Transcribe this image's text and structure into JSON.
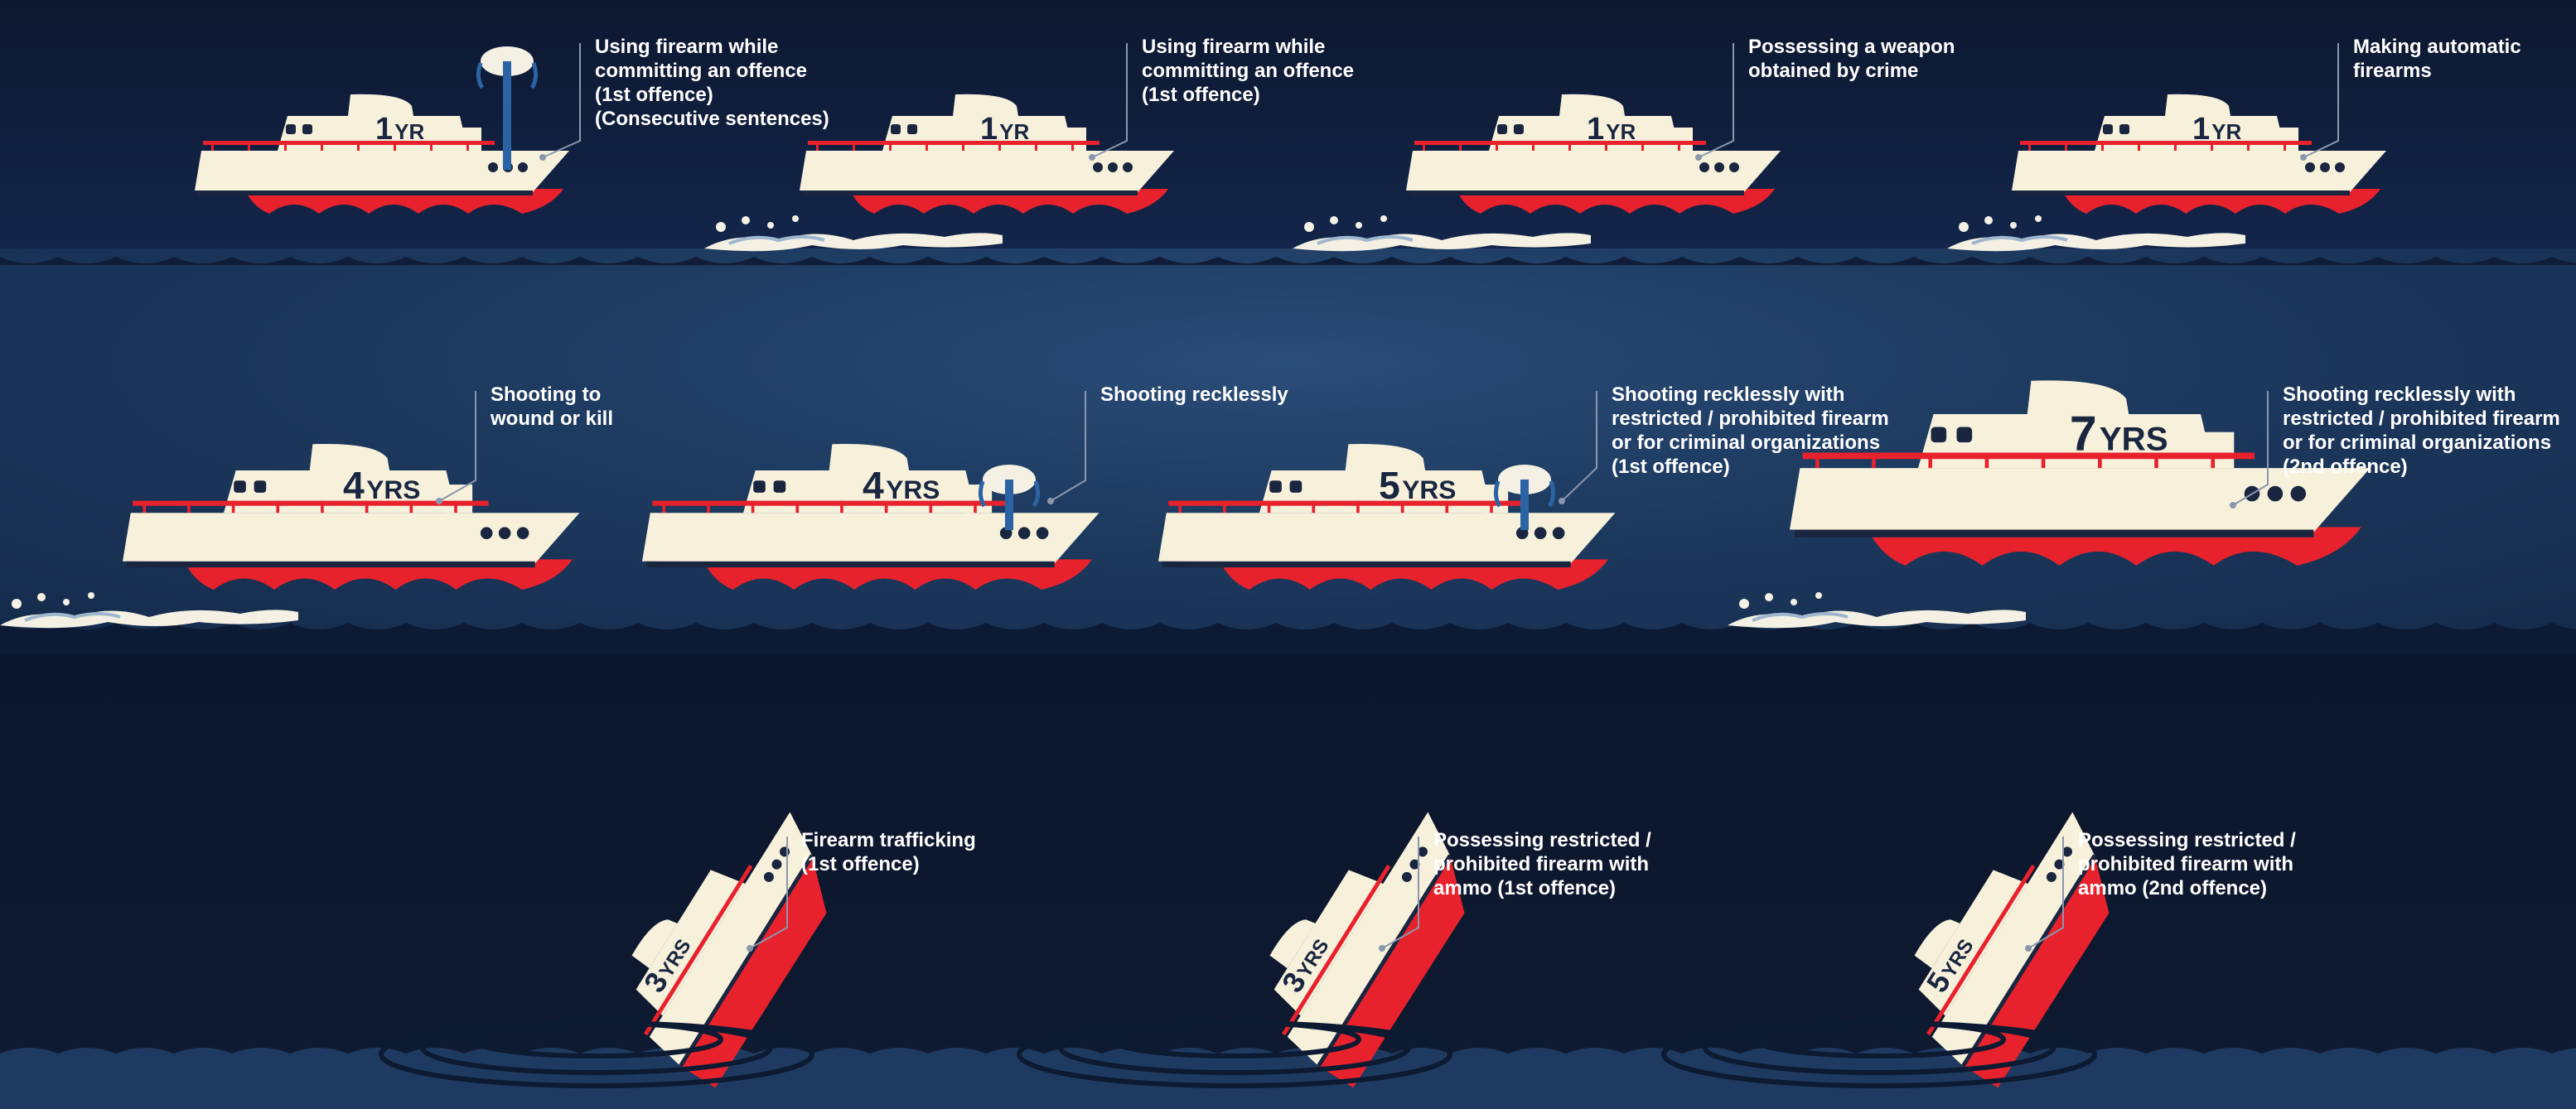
{
  "colors": {
    "night_sky": "#0f1b33",
    "mid_band": "#1d3a5f",
    "bottom_band": "#0e1a31",
    "sea": "#1f3a60",
    "hull_red": "#e8222c",
    "hull_cream": "#f7f1dc",
    "trim_navy": "#1a2640",
    "foam": "#f4f1e4",
    "spout": "#2b63a4"
  },
  "rows": [
    {
      "name": "row-1",
      "boats": [
        {
          "id": "b1",
          "sentence_number": "1",
          "sentence_unit": "YR",
          "state": "afloat",
          "spout": true,
          "wake": false,
          "label_lines": [
            "Using firearm while",
            "committing an offence",
            "(1st offence)",
            "(Consecutive sentences)"
          ]
        },
        {
          "id": "b2",
          "sentence_number": "1",
          "sentence_unit": "YR",
          "state": "afloat",
          "spout": false,
          "wake": true,
          "label_lines": [
            "Using firearm while",
            "committing an offence",
            "(1st offence)"
          ]
        },
        {
          "id": "b3",
          "sentence_number": "1",
          "sentence_unit": "YR",
          "state": "afloat",
          "spout": false,
          "wake": true,
          "label_lines": [
            "Possessing a weapon",
            "obtained by crime"
          ]
        },
        {
          "id": "b4",
          "sentence_number": "1",
          "sentence_unit": "YR",
          "state": "afloat",
          "spout": false,
          "wake": true,
          "label_lines": [
            "Making automatic",
            "firearms"
          ]
        }
      ]
    },
    {
      "name": "row-2",
      "boats": [
        {
          "id": "b5",
          "sentence_number": "4",
          "sentence_unit": "YRS",
          "state": "afloat",
          "spout": false,
          "wake": true,
          "label_lines": [
            "Shooting to",
            "wound or kill"
          ]
        },
        {
          "id": "b6",
          "sentence_number": "4",
          "sentence_unit": "YRS",
          "state": "afloat",
          "spout": true,
          "wake": false,
          "label_lines": [
            "Shooting recklessly"
          ]
        },
        {
          "id": "b7",
          "sentence_number": "5",
          "sentence_unit": "YRS",
          "state": "afloat",
          "spout": true,
          "wake": false,
          "label_lines": [
            "Shooting recklessly with",
            "restricted / prohibited firearm",
            "or for criminal organizations",
            "(1st offence)"
          ]
        },
        {
          "id": "b8",
          "sentence_number": "7",
          "sentence_unit": "YRS",
          "state": "afloat",
          "spout": false,
          "wake": true,
          "label_lines": [
            "Shooting recklessly with",
            "restricted / prohibited firearm",
            "or for criminal organizations",
            "(2nd offence)"
          ]
        }
      ]
    },
    {
      "name": "row-3",
      "boats": [
        {
          "id": "b9",
          "sentence_number": "3",
          "sentence_unit": "YRS",
          "state": "sinking",
          "spout": false,
          "wake": false,
          "label_lines": [
            "Firearm trafficking",
            "(1st offence)"
          ]
        },
        {
          "id": "b10",
          "sentence_number": "3",
          "sentence_unit": "YRS",
          "state": "sinking",
          "spout": false,
          "wake": false,
          "label_lines": [
            "Possessing restricted /",
            "prohibited firearm with",
            "ammo (1st offence)"
          ]
        },
        {
          "id": "b11",
          "sentence_number": "5",
          "sentence_unit": "YRS",
          "state": "sinking",
          "spout": false,
          "wake": false,
          "label_lines": [
            "Possessing restricted /",
            "prohibited firearm with",
            "ammo (2nd offence)"
          ]
        }
      ]
    }
  ]
}
